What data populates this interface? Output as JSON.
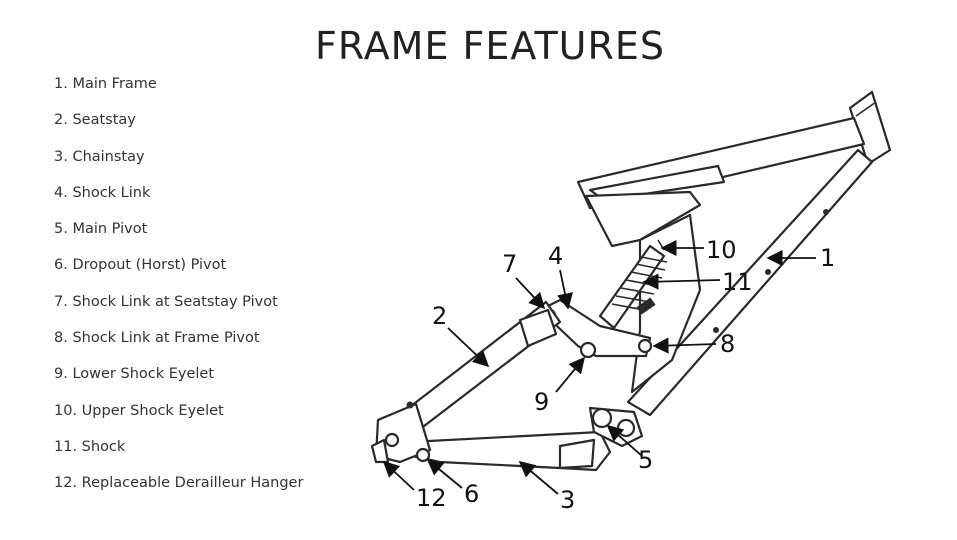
{
  "title": "FRAME FEATURES",
  "legend": [
    "1. Main Frame",
    "2. Seatstay",
    "3. Chainstay",
    "4. Shock Link",
    "5. Main Pivot",
    "6. Dropout (Horst) Pivot",
    "7. Shock Link at Seatstay Pivot",
    "8. Shock Link at Frame Pivot",
    "9. Lower Shock Eyelet",
    "10. Upper Shock Eyelet",
    "11. Shock",
    "12. Replaceable Derailleur Hanger"
  ],
  "callouts": [
    "1",
    "2",
    "3",
    "4",
    "5",
    "6",
    "7",
    "8",
    "9",
    "10",
    "11",
    "12"
  ],
  "colors": {
    "ink": "#222222",
    "background": "#ffffff"
  }
}
